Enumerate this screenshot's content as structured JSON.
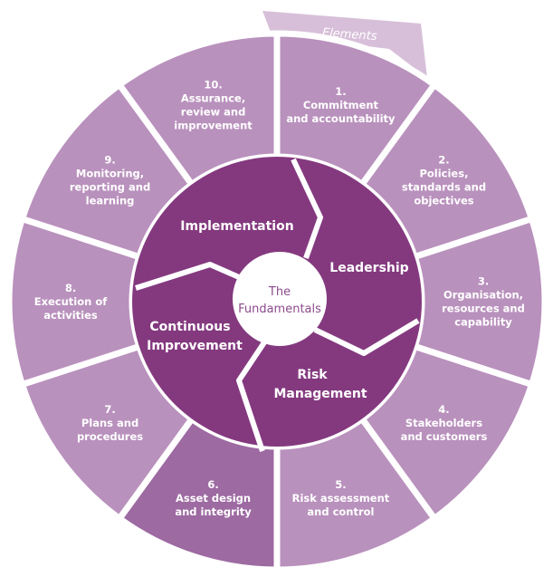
{
  "banner": {
    "label": "Elements"
  },
  "center": {
    "lines": [
      "The",
      "Fundamentals"
    ]
  },
  "colors": {
    "segment": "#b991bd",
    "segment_highlight": "#9d6aa2",
    "quadrant": "#84397f",
    "banner": "#d7bfd9",
    "center_text": "#8c4a8c",
    "divider": "#ffffff"
  },
  "quadrants": [
    {
      "id": "implementation",
      "label": "Implementation"
    },
    {
      "id": "leadership",
      "label": "Leadership"
    },
    {
      "id": "risk-management",
      "lines": [
        "Risk",
        "Management"
      ]
    },
    {
      "id": "continuous-improvement",
      "lines": [
        "Continuous",
        "Improvement"
      ]
    }
  ],
  "elements": [
    {
      "id": "commitment",
      "lines": [
        "1.",
        "Commitment",
        "and accountability"
      ]
    },
    {
      "id": "policies",
      "lines": [
        "2.",
        "Policies,",
        "standards and",
        "objectives"
      ]
    },
    {
      "id": "organisation",
      "lines": [
        "3.",
        "Organisation,",
        "resources and",
        "capability"
      ]
    },
    {
      "id": "stakeholders",
      "lines": [
        "4.",
        "Stakeholders",
        "and customers"
      ]
    },
    {
      "id": "risk-assessment",
      "lines": [
        "5.",
        "Risk assessment",
        "and control"
      ]
    },
    {
      "id": "asset-design",
      "lines": [
        "6.",
        "Asset design",
        "and integrity"
      ],
      "highlight": true
    },
    {
      "id": "plans",
      "lines": [
        "7.",
        "Plans and",
        "procedures"
      ]
    },
    {
      "id": "execution",
      "lines": [
        "8.",
        "Execution of",
        "activities"
      ]
    },
    {
      "id": "monitoring",
      "lines": [
        "9.",
        "Monitoring,",
        "reporting and",
        "learning"
      ]
    },
    {
      "id": "assurance",
      "lines": [
        "10.",
        "Assurance,",
        "review and",
        "improvement"
      ]
    }
  ]
}
